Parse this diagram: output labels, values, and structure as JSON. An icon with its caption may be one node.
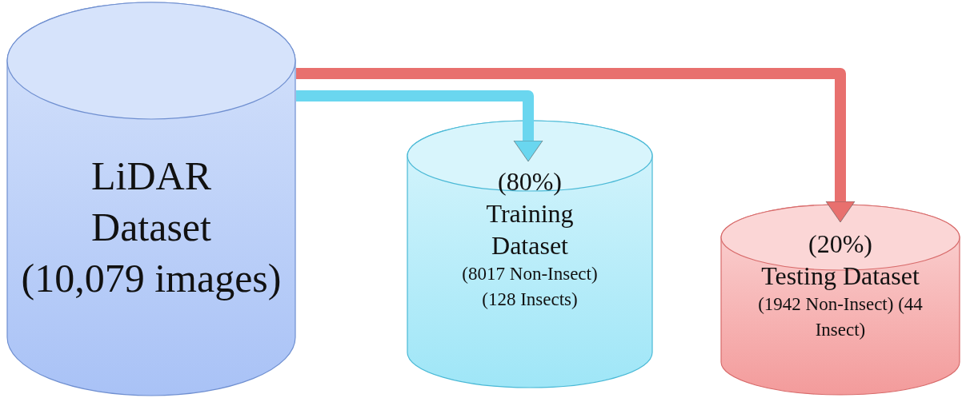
{
  "diagram": {
    "nodes": [
      {
        "text": [
          "LiDAR Dataset",
          "(10,079 images)"
        ]
      },
      {
        "text": [
          "(80%)",
          "Training Dataset",
          "(8017 Non-Insect) (128 Insects)"
        ]
      },
      {
        "text": [
          "(20%)",
          "Testing Dataset",
          "(1942 Non-Insect) (44 Insect)"
        ]
      }
    ],
    "edges": [
      {
        "from": 0,
        "to": 2,
        "arrow": "to",
        "color": "#e8706e"
      },
      {
        "from": 0,
        "to": 1,
        "arrow": "to",
        "color": "#6ad6ef"
      }
    ]
  }
}
